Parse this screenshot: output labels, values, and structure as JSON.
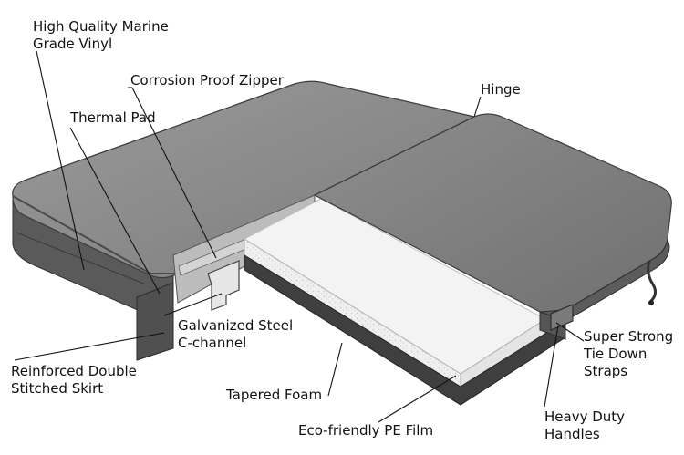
{
  "labels": {
    "marine_vinyl": "High Quality Marine\nGrade Vinyl",
    "zipper": "Corrosion Proof Zipper",
    "thermal_pad": "Thermal Pad",
    "hinge": "Hinge",
    "c_channel": "Galvanized Steel\nC-channel",
    "skirt": "Reinforced Double\nStitched Skirt",
    "tapered_foam": "Tapered Foam",
    "pe_film": "Eco-friendly PE Film",
    "tie_down": "Super Strong\nTie Down\nStraps",
    "handles": "Heavy Duty\nHandles"
  },
  "colors": {
    "vinyl": "#8c8c8c",
    "vinyl_dark": "#5e5e5e",
    "foam": "#f2f2f2",
    "foam_edge": "#d9d9d9",
    "leader": "#111111"
  }
}
